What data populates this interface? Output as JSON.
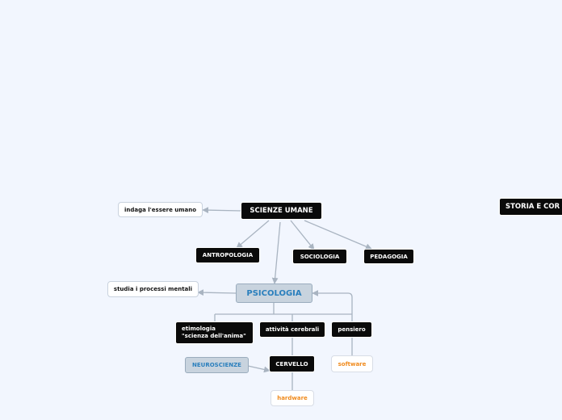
{
  "mindmap": {
    "root": "SCIENZE UMANE",
    "root_note": "indaga l'essere umano",
    "branches": {
      "antropologia": "ANTROPOLOGIA",
      "sociologia": "SOCIOLOGIA",
      "pedagogia": "PEDAGOGIA",
      "psicologia": "PSICOLOGIA"
    },
    "psicologia_note": "studia i processi mentali",
    "etimologia_line1": "etimologia",
    "etimologia_line2": "\"scienza dell'anima\"",
    "attivita": "attività cerebrali",
    "pensiero": "pensiero",
    "neuroscienze": "NEUROSCIENZE",
    "cervello": "CERVELLO",
    "software": "software",
    "hardware": "hardware",
    "other_topic": "STORIA E COR"
  },
  "colors": {
    "background": "#f2f6fe",
    "dark_node": "#0a0a0a",
    "highlight_node": "#c8d3de",
    "highlight_text": "#2a7fbd",
    "accent_text": "#f08a1c",
    "connector": "#a9b4c1"
  }
}
